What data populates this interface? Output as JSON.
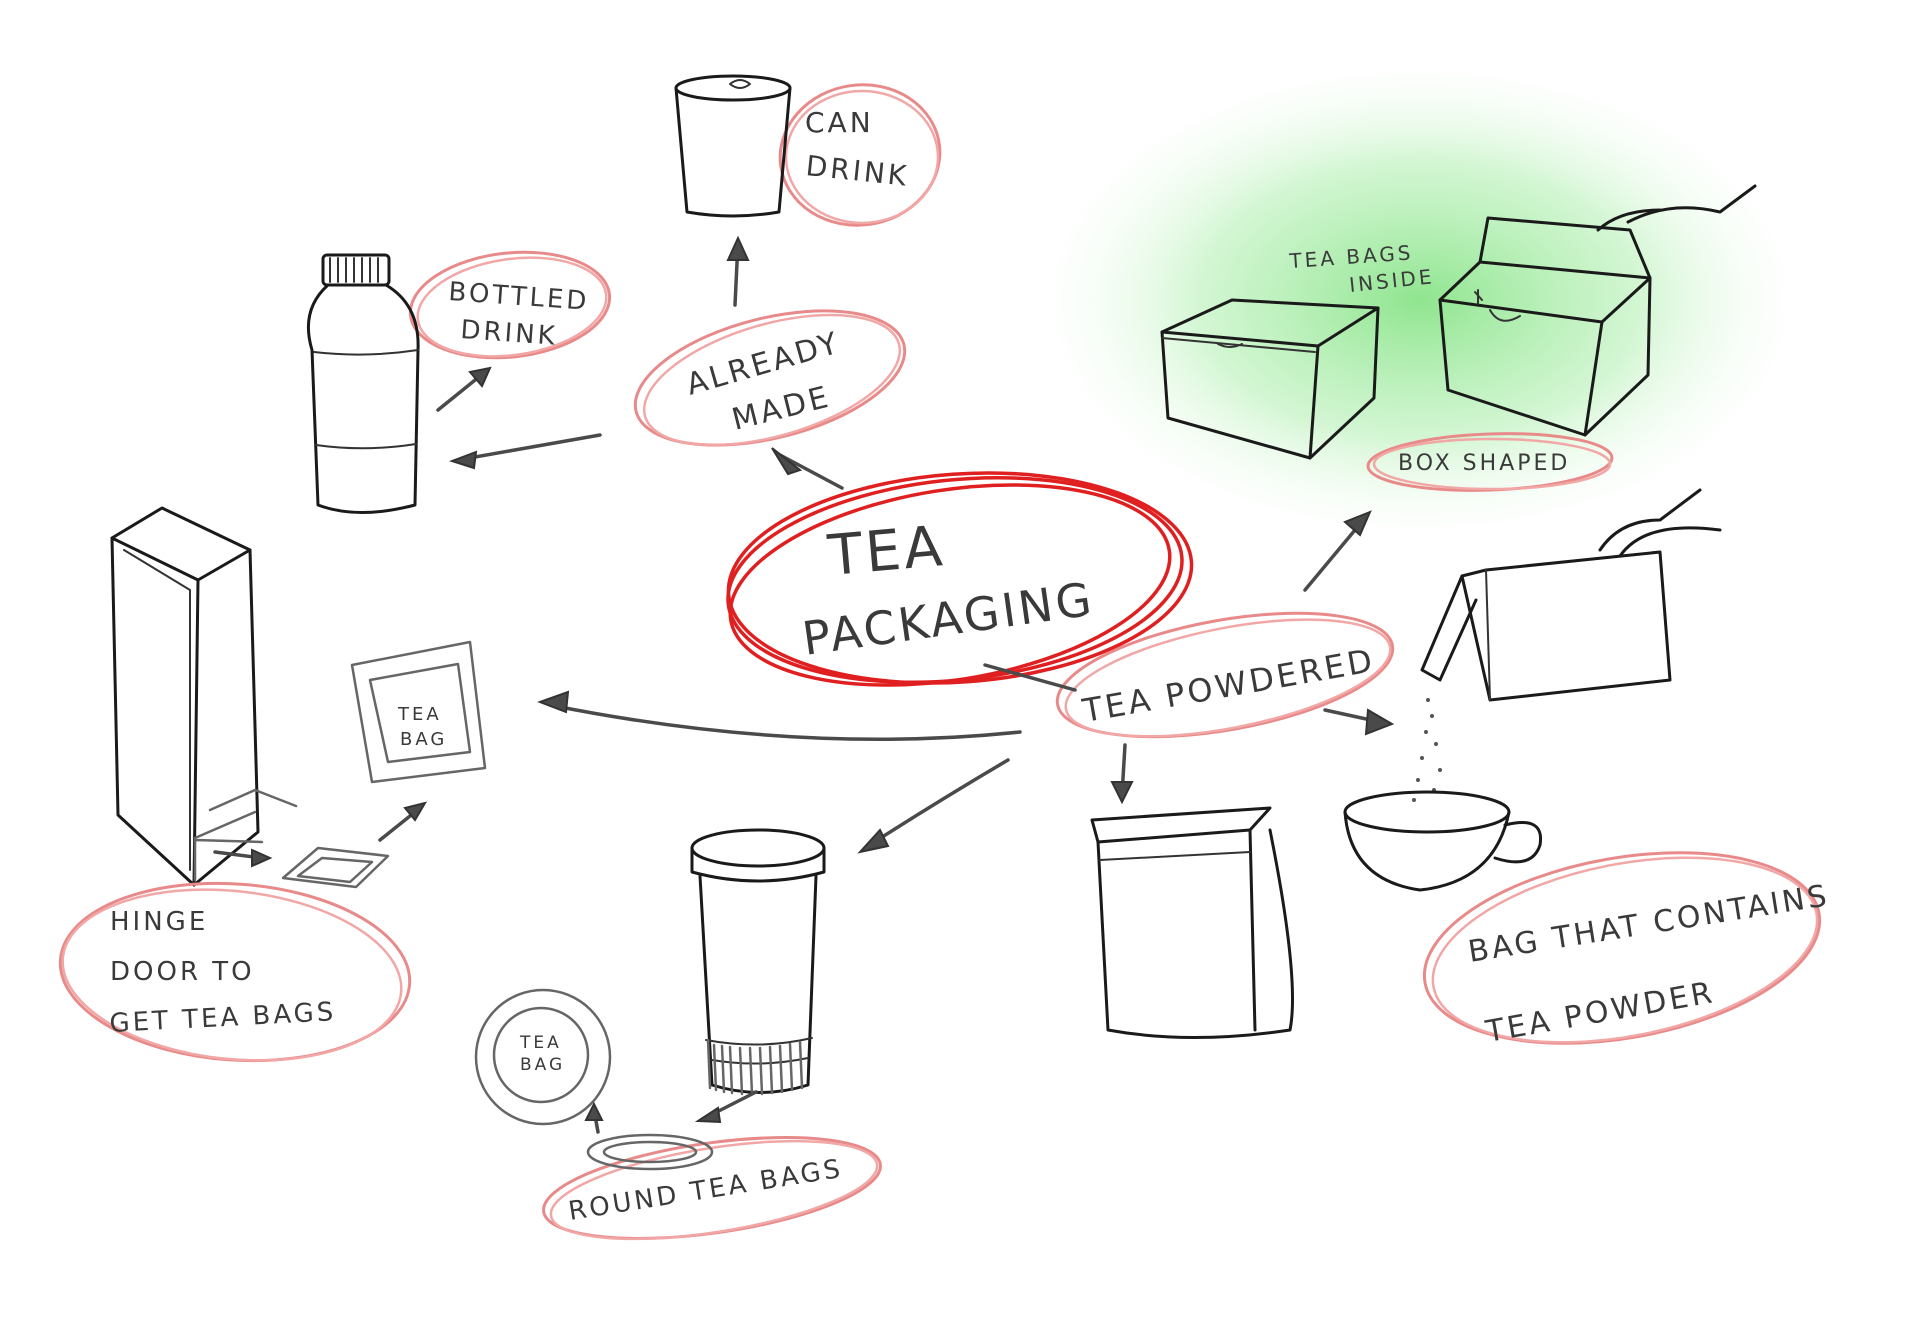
{
  "central": {
    "line1": "TEA",
    "line2": "PACKAGING"
  },
  "nodes": {
    "can_drink": {
      "line1": "CAN",
      "line2": "DRINK"
    },
    "bottled_drink": {
      "line1": "BOTTLED",
      "line2": "DRINK"
    },
    "already_made": {
      "line1": "ALREADY",
      "line2": "MADE"
    },
    "tea_powdered": {
      "label": "TEA POWDERED"
    },
    "box_shaped": {
      "label": "BOX SHAPED"
    },
    "tea_bags_inside": {
      "line1": "TEA BAGS",
      "line2": "INSIDE"
    },
    "hinge_door": {
      "line1": "HINGE",
      "line2": "DOOR TO",
      "line3": "GET TEA BAGS"
    },
    "tea_bag_square": {
      "line1": "TEA",
      "line2": "BAG"
    },
    "tea_bag_round": {
      "line1": "TEA",
      "line2": "BAG"
    },
    "round_tea_bags": {
      "label": "ROUND TEA BAGS"
    },
    "bag_powder": {
      "line1": "BAG THAT CONTAINS",
      "line2": "TEA POWDER"
    }
  },
  "colors": {
    "central_outline": "#e02020",
    "node_outline": "#e88a8a",
    "highlight": "#7be07b",
    "ink": "#1a1a1a"
  }
}
